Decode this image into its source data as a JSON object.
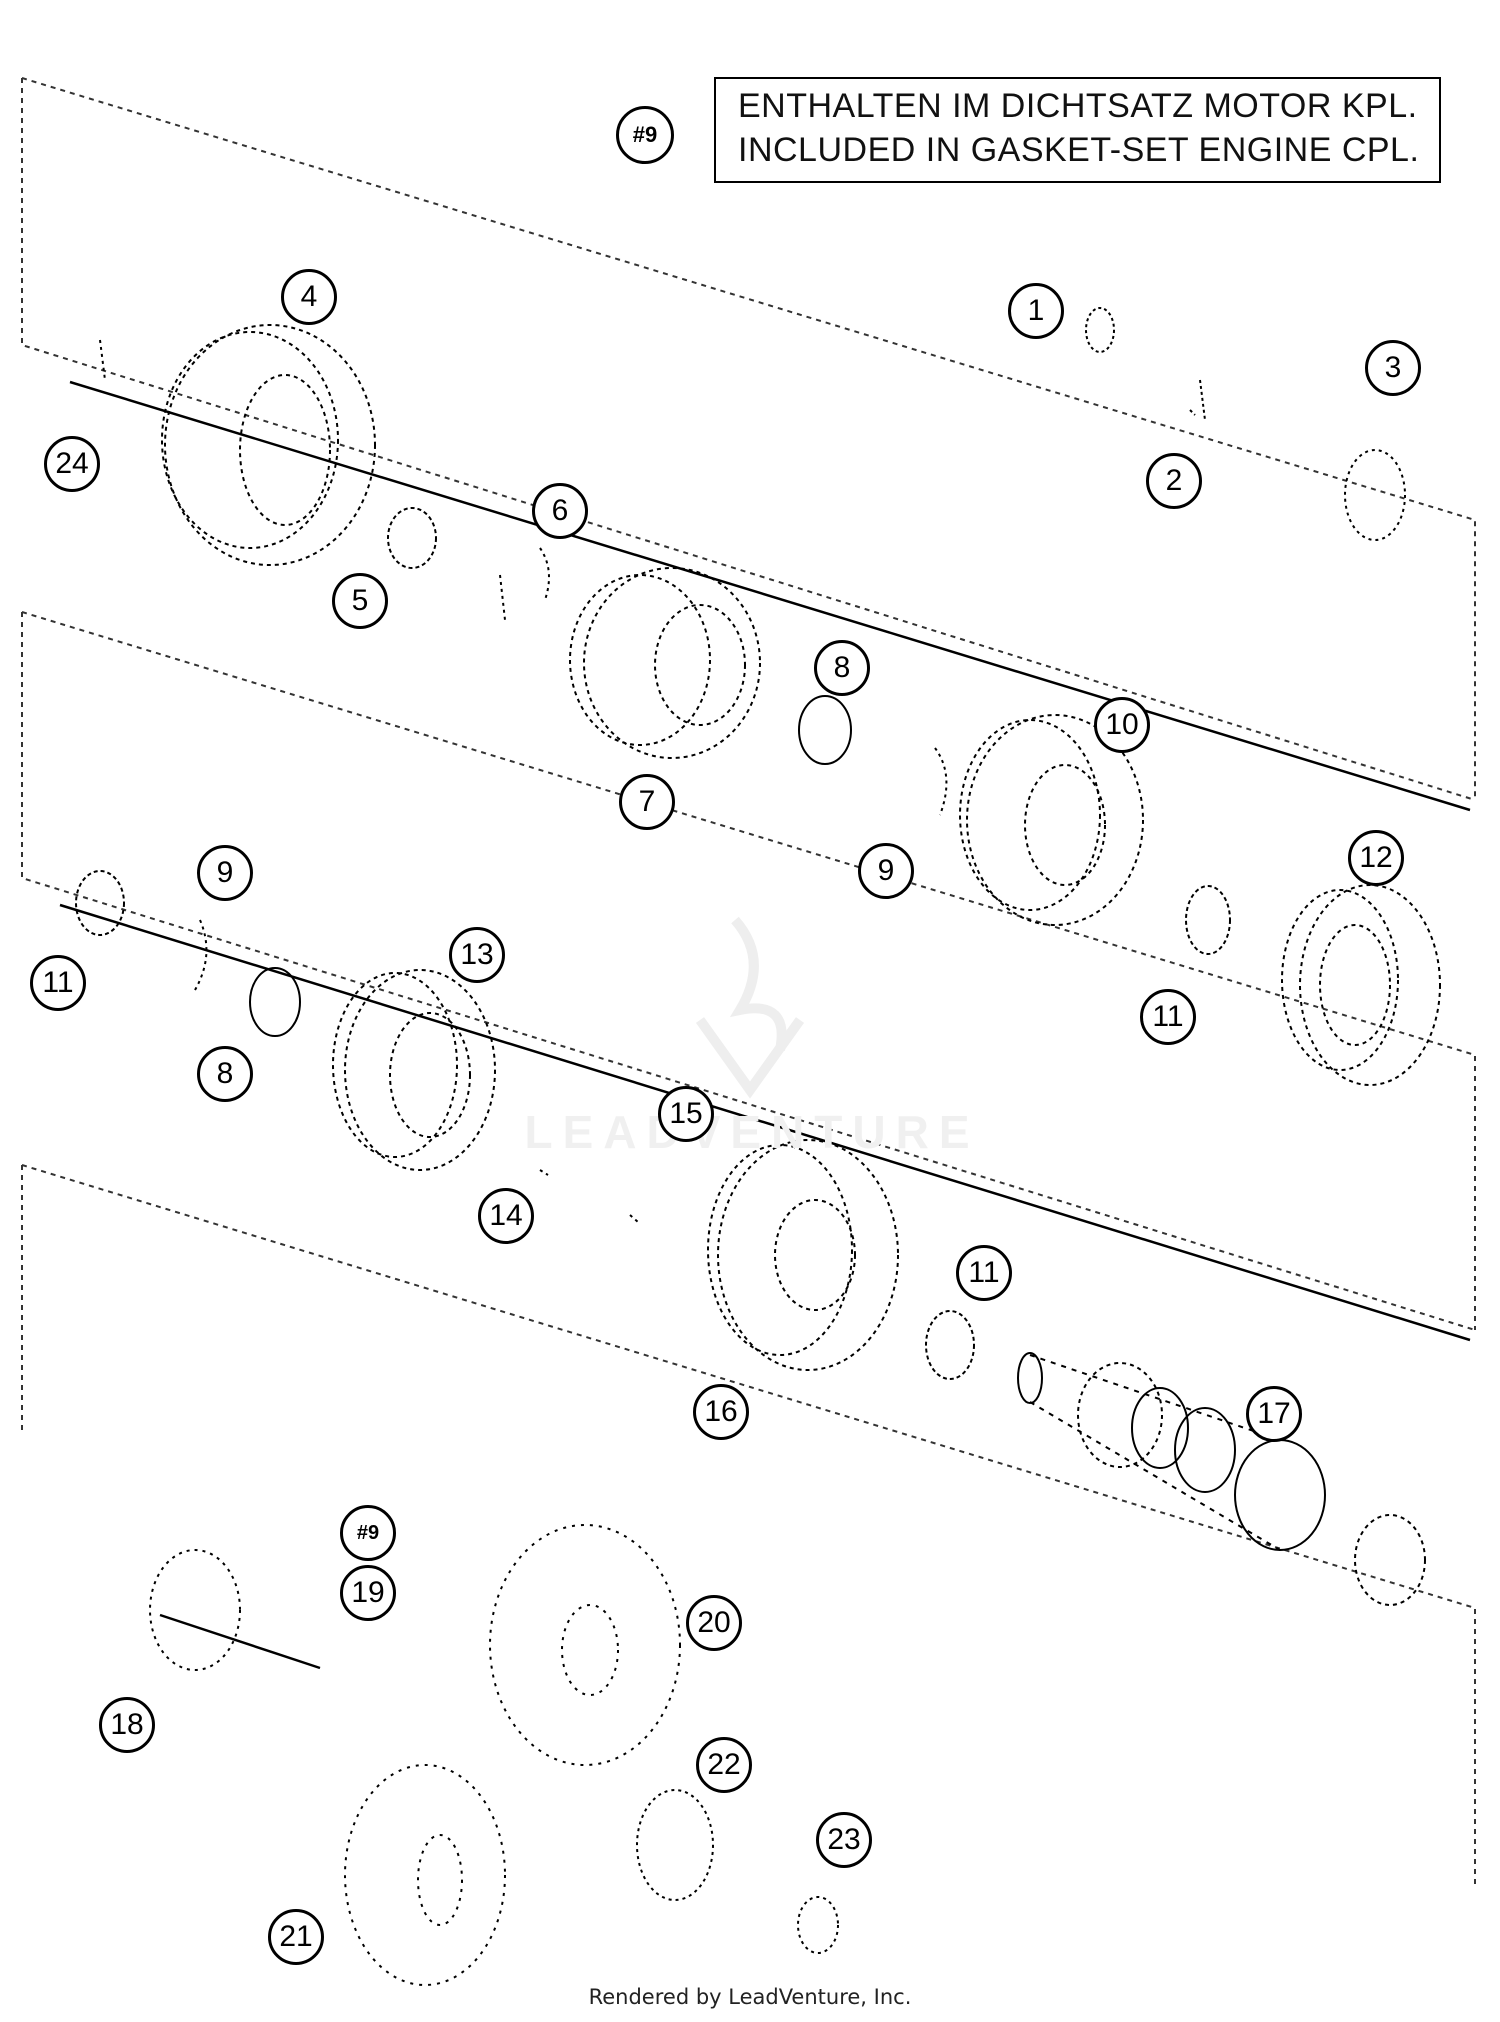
{
  "legend": {
    "badge": "#9",
    "line1": "ENTHALTEN IM DICHTSATZ MOTOR KPL.",
    "line2": "INCLUDED IN GASKET-SET ENGINE CPL."
  },
  "callouts": {
    "c1": "1",
    "c2": "2",
    "c3": "3",
    "c4": "4",
    "c5": "5",
    "c6": "6",
    "c7": "7",
    "c8a": "8",
    "c8b": "8",
    "c9a": "9",
    "c9b": "9",
    "c10": "10",
    "c11a": "11",
    "c11b": "11",
    "c11c": "11",
    "c12": "12",
    "c13": "13",
    "c14": "14",
    "c15": "15",
    "c16": "16",
    "c17": "17",
    "c18": "18",
    "c19": "19",
    "c19note": "#9",
    "c20": "20",
    "c21": "21",
    "c22": "22",
    "c23": "23",
    "c24": "24"
  },
  "watermark": "LEADVENTURE",
  "footer": "Rendered by LeadVenture, Inc."
}
